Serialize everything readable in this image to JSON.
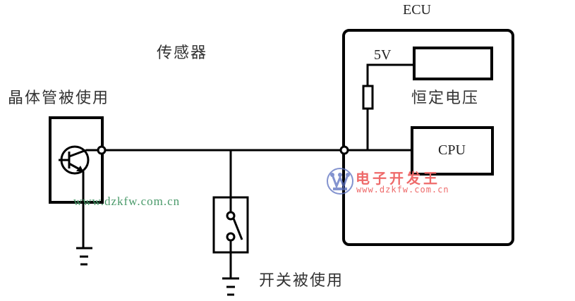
{
  "diagram": {
    "labels": {
      "sensor": "传感器",
      "transistor_used": "晶体管被使用",
      "switch_used": "开关被使用",
      "ecu": "ECU",
      "supply_voltage": "5V",
      "constant_voltage": "恒定电压",
      "cpu": "CPU"
    },
    "watermarks": {
      "url_green": "www.dzkfw.com.cn",
      "site_title": "电子开发王",
      "url_red": "www.dzkfw.com.cn"
    },
    "colors": {
      "line": "#000000",
      "watermark_green": "#4a9a6a",
      "watermark_red": "#ee6a6a",
      "logo_blue": "#5a6fc0"
    }
  }
}
